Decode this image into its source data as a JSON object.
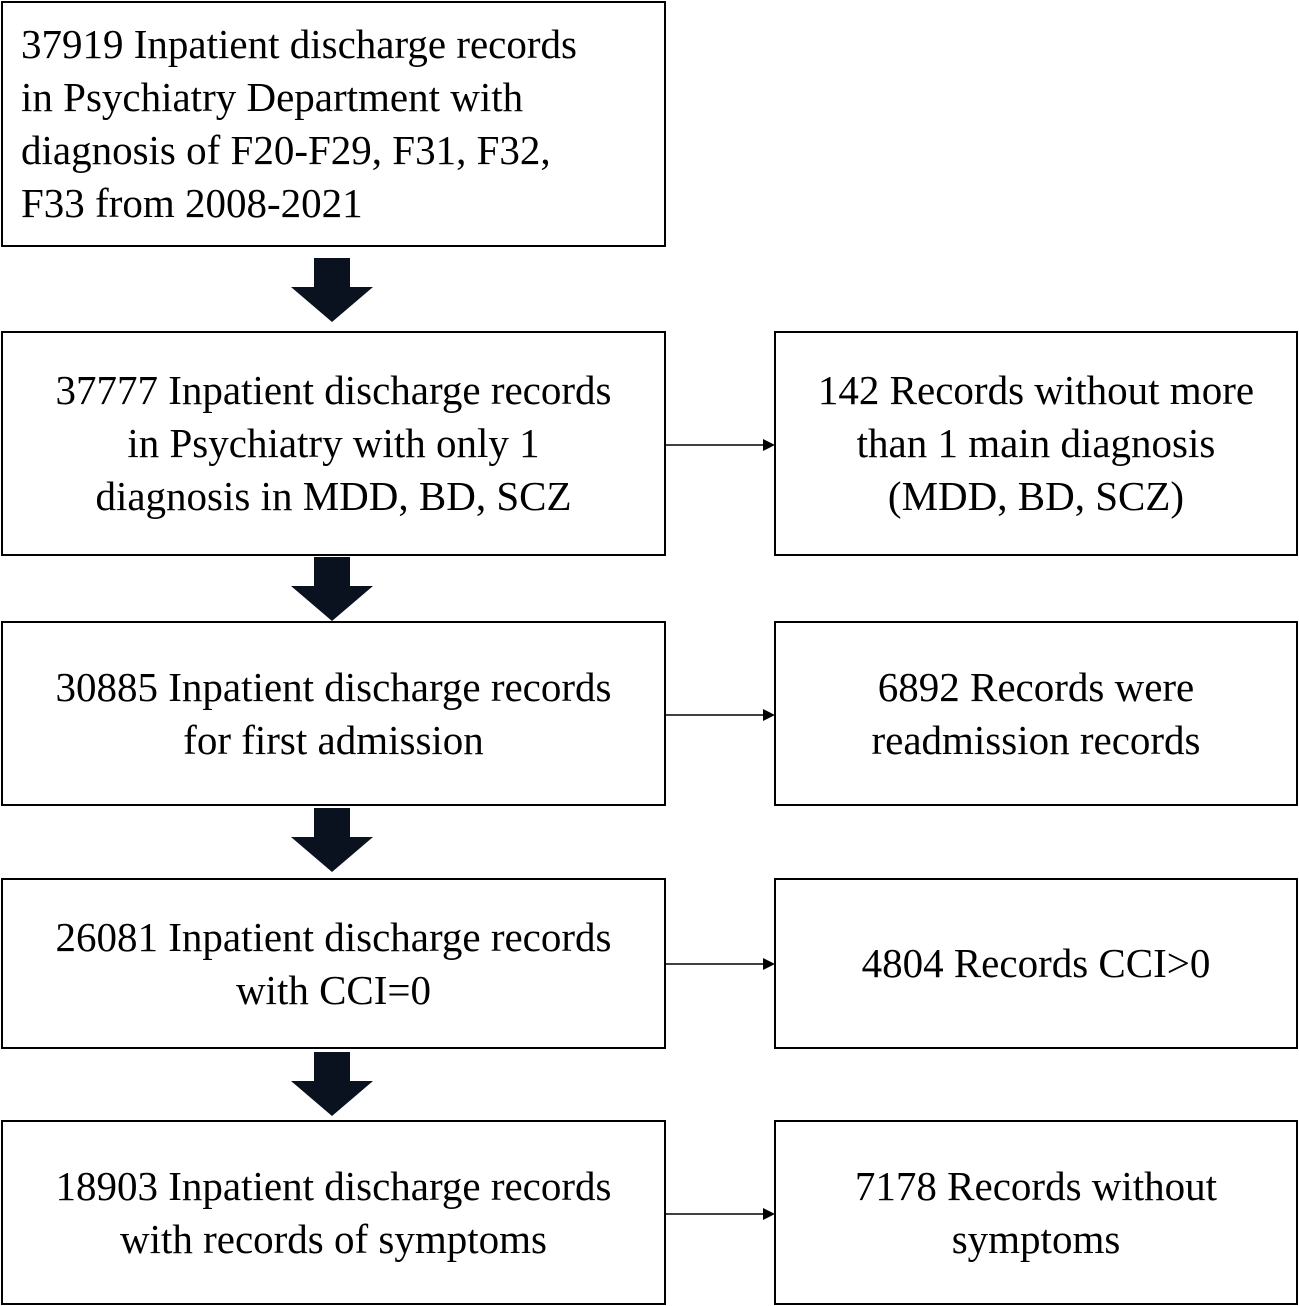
{
  "steps": [
    {
      "lines": [
        "37919 Inpatient discharge records",
        "in Psychiatry Department with",
        "diagnosis of F20-F29, F31, F32,",
        "F33 from 2008-2021"
      ]
    },
    {
      "lines": [
        "37777 Inpatient discharge records",
        "in Psychiatry with only 1",
        "diagnosis in MDD, BD, SCZ"
      ]
    },
    {
      "lines": [
        "30885 Inpatient discharge records",
        "for first admission"
      ]
    },
    {
      "lines": [
        "26081 Inpatient discharge records",
        "with CCI=0"
      ]
    },
    {
      "lines": [
        "18903 Inpatient discharge records",
        "with records of symptoms"
      ]
    }
  ],
  "exclusions": [
    {
      "lines": [
        "142 Records without more",
        "than 1 main diagnosis",
        "(MDD, BD, SCZ)"
      ]
    },
    {
      "lines": [
        "6892 Records were",
        "readmission records"
      ]
    },
    {
      "lines": [
        "4804 Records CCI>0"
      ]
    },
    {
      "lines": [
        "7178 Records without",
        "symptoms"
      ]
    }
  ],
  "colors": {
    "border": "#000000",
    "arrow": "#0a1220",
    "background": "#ffffff"
  }
}
